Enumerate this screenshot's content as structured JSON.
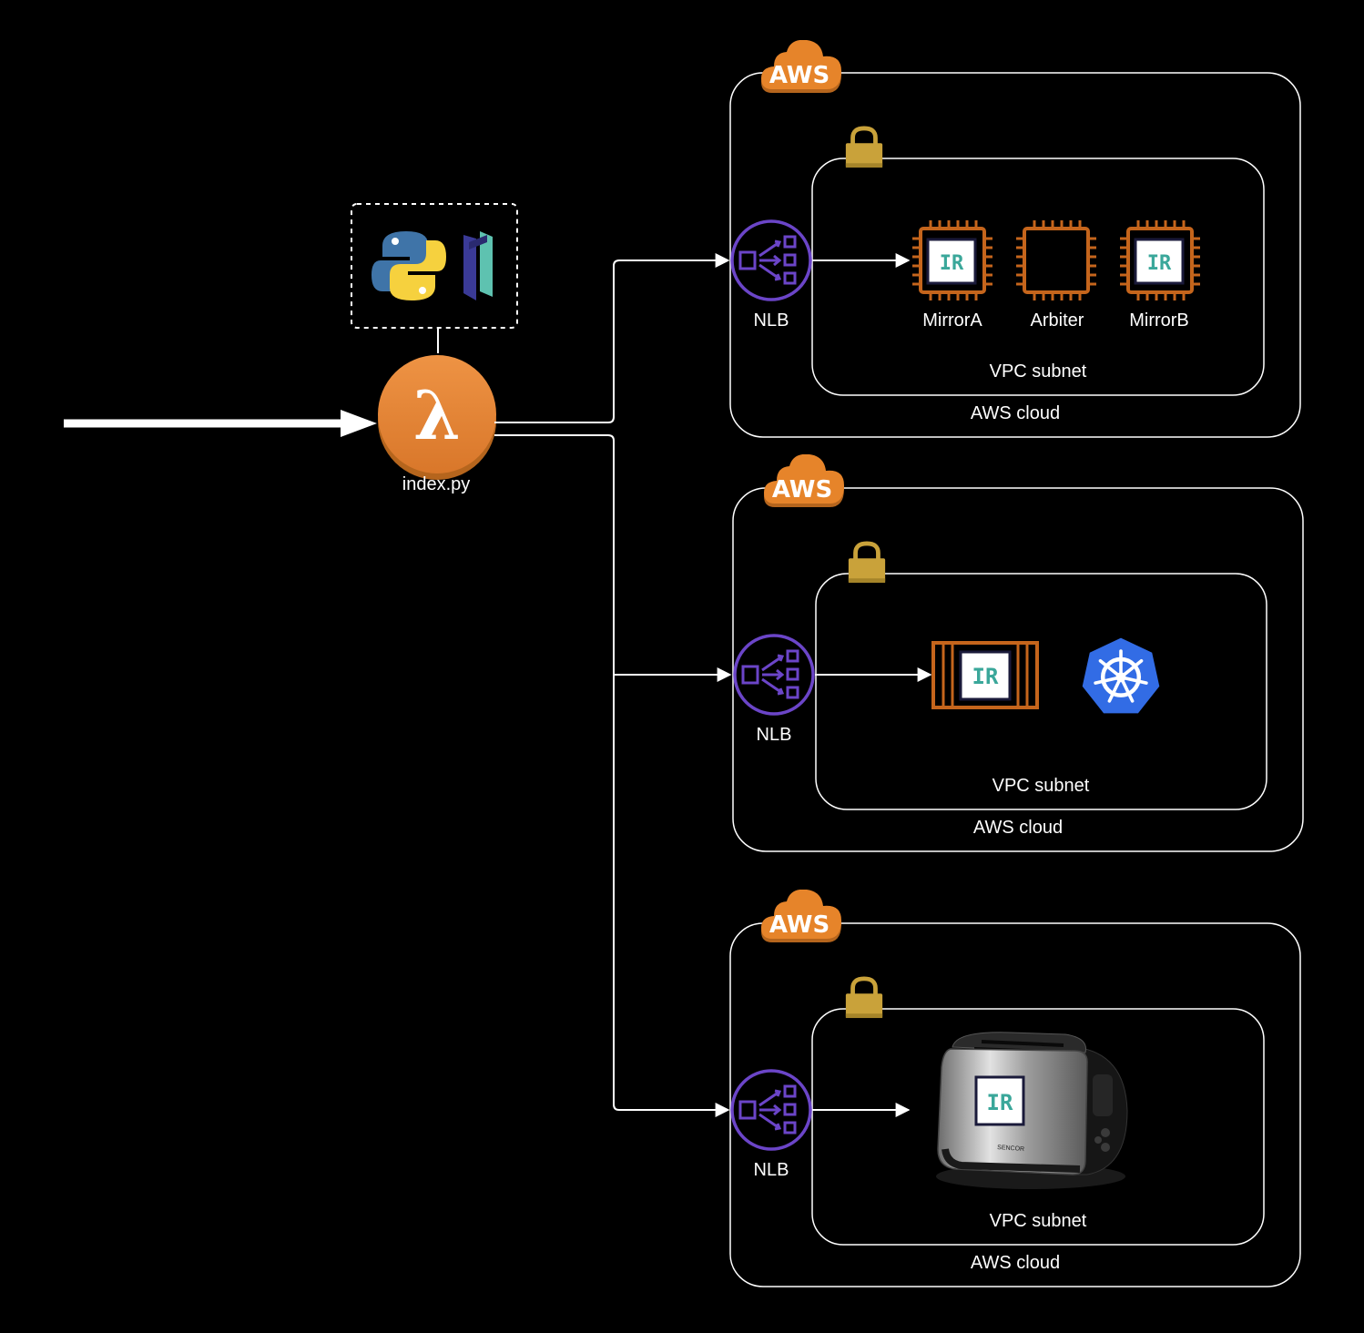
{
  "lambda": {
    "label": "index.py"
  },
  "clouds": [
    {
      "badge": "AWS",
      "cloud_label": "AWS cloud",
      "subnet_label": "VPC subnet",
      "lb_label": "NLB",
      "nodes": [
        "MirrorA",
        "Arbiter",
        "MirrorB"
      ]
    },
    {
      "badge": "AWS",
      "cloud_label": "AWS cloud",
      "subnet_label": "VPC subnet",
      "lb_label": "NLB"
    },
    {
      "badge": "AWS",
      "cloud_label": "AWS cloud",
      "subnet_label": "VPC subnet",
      "lb_label": "NLB"
    }
  ],
  "ir_logo": "IR",
  "toaster_brand": "SENCOR",
  "icons": [
    "python-logo-icon",
    "pulumi-logo-icon",
    "lambda-icon",
    "aws-cloud-badge-icon",
    "padlock-icon",
    "nlb-icon",
    "chip-icon",
    "container-icon",
    "kubernetes-icon",
    "toaster-icon"
  ],
  "colors": {
    "background": "#000000",
    "aws_orange": "#e6842a",
    "nlb_purple": "#6b45c8",
    "lock_gold": "#c9a23a",
    "chip_orange": "#c5651c",
    "k8s_blue": "#326ce5",
    "ir_teal": "#3aa79a"
  }
}
